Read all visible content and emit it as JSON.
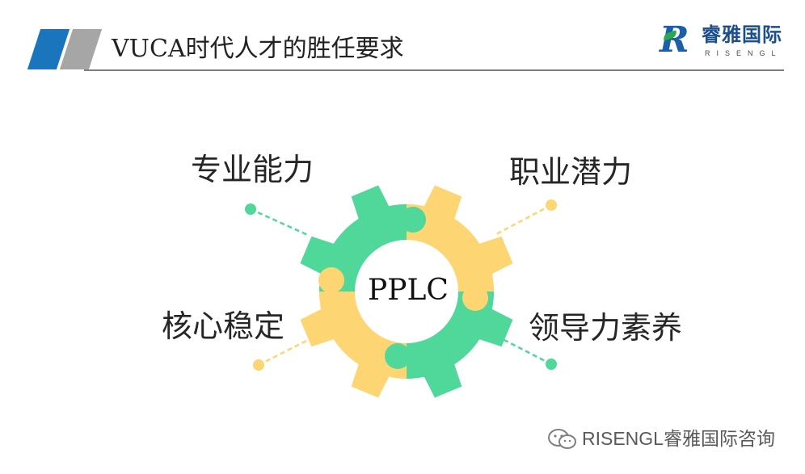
{
  "header": {
    "title": "VUCA时代人才的胜任要求",
    "logo_cn": "睿雅国际",
    "logo_en": "RISENGL",
    "logo_mark": "R"
  },
  "diagram": {
    "center": "PPLC",
    "labels": {
      "top_left": "专业能力",
      "top_right": "职业潜力",
      "bottom_left": "核心稳定",
      "bottom_right": "领导力素养"
    },
    "colors": {
      "green": "#4fd89a",
      "yellow": "#fdd673",
      "hole": "#ffffff",
      "text": "#262626"
    }
  },
  "footer": {
    "icon": "wechat-icon",
    "text": "RISENGL睿雅国际咨询"
  }
}
